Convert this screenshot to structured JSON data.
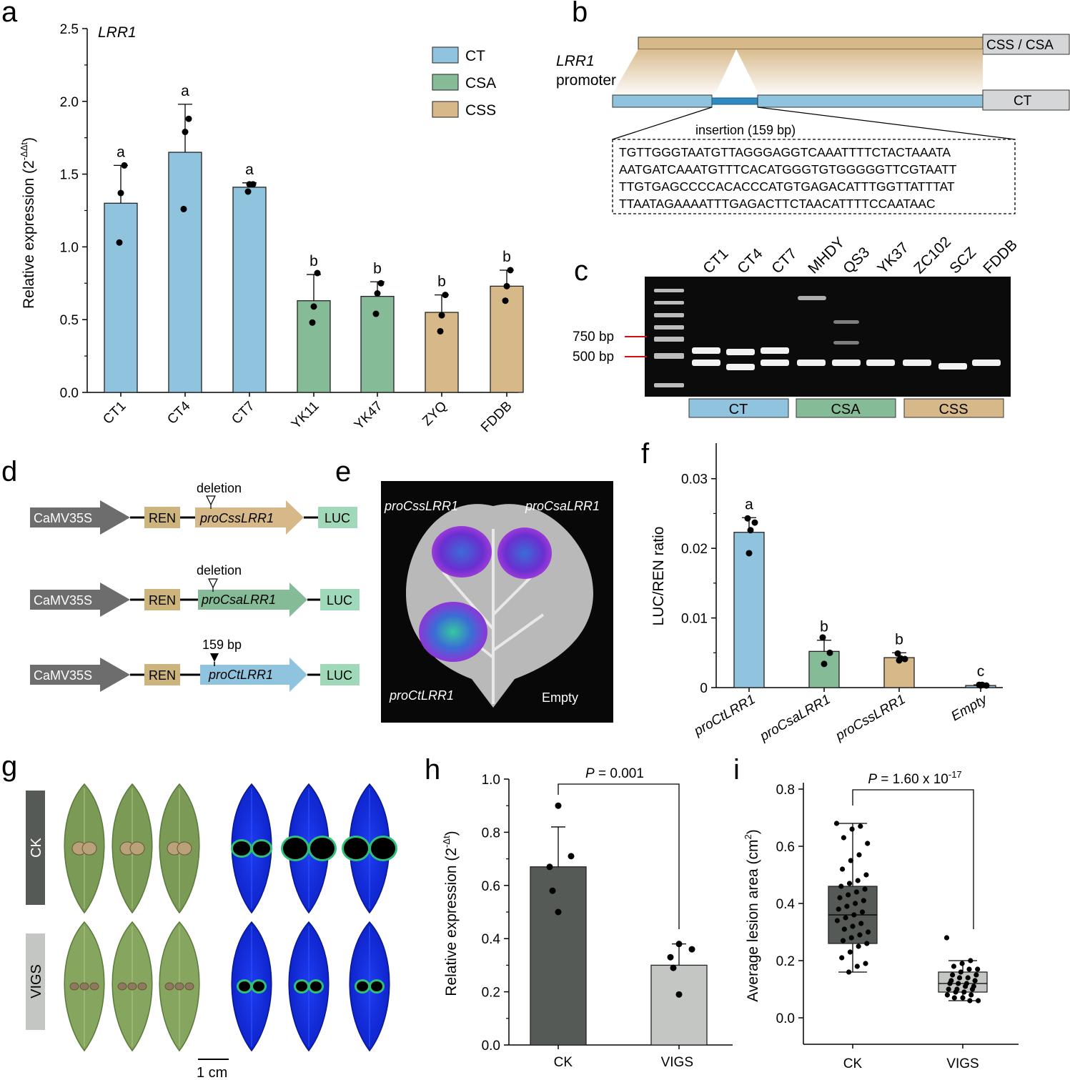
{
  "colors": {
    "CT": "#8fc3de",
    "CSA": "#86bb98",
    "CSS": "#d7b889",
    "CK": "#555a57",
    "VIGS": "#c3c6c3"
  },
  "panels": {
    "a": "a",
    "b": "b",
    "c": "c",
    "d": "d",
    "e": "e",
    "f": "f",
    "g": "g",
    "h": "h",
    "i": "i"
  },
  "panel_a": {
    "gene": "LRR1",
    "ylabel": "Relative expression (2",
    "ylabel_sup": "-ΔΔt",
    "ylabel_end": ")",
    "legend": [
      "CT",
      "CSA",
      "CSS"
    ],
    "ticks": [
      "0.0",
      "0.5",
      "1.0",
      "1.5",
      "2.0",
      "2.5"
    ]
  },
  "panel_b": {
    "promoter_line1": "LRR1",
    "promoter_line2": "promoter",
    "label_top": "CSS / CSA",
    "label_bottom": "CT",
    "insertion_label": "insertion (159 bp)",
    "sequence": [
      "TGTTGGGTAATGTTAGGGAGGTCAAATTTTCTACTAAATA",
      "AATGATCAAATGTTTCACATGGGTGTGGGGGTTCGTAATT",
      "TTGTGAGCCCCACACCCATGTGAGACATTTGGTTATTTAT",
      "TTAATAGAAAATTTGAGACTTCTAACATTTTCCAATAAC"
    ]
  },
  "panel_c": {
    "lanes": [
      "CT1",
      "CT4",
      "CT7",
      "MHDY",
      "QS3",
      "YK37",
      "ZC102",
      "SCZ",
      "FDDB"
    ],
    "markers": [
      "750 bp",
      "500 bp"
    ],
    "groups": [
      "CT",
      "CSA",
      "CSS"
    ]
  },
  "panel_d": {
    "constructs": [
      {
        "promoter": "CaMV35S",
        "ren": "REN",
        "gene": "proCssLRR1",
        "luc": "LUC",
        "note": "deletion"
      },
      {
        "promoter": "CaMV35S",
        "ren": "REN",
        "gene": "proCsaLRR1",
        "luc": "LUC",
        "note": "deletion"
      },
      {
        "promoter": "CaMV35S",
        "ren": "REN",
        "gene": "proCtLRR1",
        "luc": "LUC",
        "note": "159 bp"
      }
    ]
  },
  "panel_e": {
    "labels": [
      "proCssLRR1",
      "proCsaLRR1",
      "proCtLRR1",
      "Empty"
    ]
  },
  "panel_f": {
    "ylabel": "LUC/REN ratio",
    "ticks": [
      "0",
      "0.01",
      "0.02",
      "0.03"
    ]
  },
  "panel_g": {
    "rows": [
      "CK",
      "VIGS"
    ],
    "scale": "1 cm"
  },
  "panel_h": {
    "ylabel": "Relative expression (2",
    "ylabel_sup": "-Δt",
    "ylabel_end": ")",
    "p_text": "P",
    "p_value": " = 0.001",
    "ticks": [
      "0.0",
      "0.2",
      "0.4",
      "0.6",
      "0.8",
      "1.0"
    ]
  },
  "panel_i": {
    "ylabel": "Average lesion area (cm",
    "ylabel_sup": "2",
    "ylabel_end": ")",
    "p_text": "P",
    "p_value": " = 1.60 x 10",
    "p_exp": "-17",
    "ticks": [
      "0.0",
      "0.2",
      "0.4",
      "0.6",
      "0.8"
    ]
  },
  "chart_data": [
    {
      "type": "bar",
      "panel": "a",
      "categories": [
        "CT1",
        "CT4",
        "CT7",
        "YK11",
        "YK47",
        "ZYQ",
        "FDDB"
      ],
      "groups": [
        "CT",
        "CT",
        "CT",
        "CSA",
        "CSA",
        "CSS",
        "CSS"
      ],
      "values": [
        1.3,
        1.65,
        1.41,
        0.63,
        0.66,
        0.55,
        0.73
      ],
      "errors": [
        0.26,
        0.33,
        0.03,
        0.18,
        0.1,
        0.12,
        0.11
      ],
      "points": [
        [
          1.56,
          1.37,
          1.03
        ],
        [
          1.88,
          1.79,
          1.26
        ],
        [
          1.43,
          1.43,
          1.38
        ],
        [
          0.82,
          0.59,
          0.48
        ],
        [
          0.75,
          0.68,
          0.54
        ],
        [
          0.67,
          0.53,
          0.42
        ],
        [
          0.84,
          0.73,
          0.63
        ]
      ],
      "letters": [
        "a",
        "a",
        "a",
        "b",
        "b",
        "b",
        "b"
      ],
      "ylim": [
        0,
        2.5
      ]
    },
    {
      "type": "bar",
      "panel": "f",
      "categories": [
        "proCtLRR1",
        "proCsaLRR1",
        "proCssLRR1",
        "Empty"
      ],
      "groups": [
        "CT",
        "CSA",
        "CSS",
        "CT"
      ],
      "values": [
        0.0223,
        0.0052,
        0.0043,
        0.0003
      ],
      "errors": [
        0.0021,
        0.0016,
        0.0007,
        0.0001
      ],
      "points": [
        [
          0.0243,
          0.0237,
          0.0193,
          0.0226
        ],
        [
          0.0072,
          0.005,
          0.0034
        ],
        [
          0.0049,
          0.0041,
          0.0039,
          0.0042
        ],
        [
          0.0004,
          0.0003,
          0.0003,
          0.0004
        ]
      ],
      "letters": [
        "a",
        "b",
        "b",
        "c"
      ],
      "ylim": [
        0,
        0.035
      ]
    },
    {
      "type": "bar",
      "panel": "h",
      "categories": [
        "CK",
        "VIGS"
      ],
      "values": [
        0.67,
        0.3
      ],
      "errors": [
        0.15,
        0.08
      ],
      "points": [
        [
          0.9,
          0.71,
          0.67,
          0.58,
          0.5
        ],
        [
          0.38,
          0.36,
          0.33,
          0.29,
          0.19
        ]
      ],
      "ylim": [
        0,
        1.0
      ]
    },
    {
      "type": "box",
      "panel": "i",
      "categories": [
        "CK",
        "VIGS"
      ],
      "boxes": [
        {
          "min": 0.16,
          "q1": 0.26,
          "median": 0.36,
          "q3": 0.46,
          "max": 0.68
        },
        {
          "min": 0.06,
          "q1": 0.09,
          "median": 0.12,
          "q3": 0.16,
          "max": 0.2
        }
      ],
      "points": [
        [
          0.68,
          0.67,
          0.66,
          0.63,
          0.61,
          0.57,
          0.55,
          0.52,
          0.5,
          0.48,
          0.47,
          0.46,
          0.45,
          0.44,
          0.43,
          0.42,
          0.41,
          0.4,
          0.39,
          0.38,
          0.37,
          0.36,
          0.35,
          0.34,
          0.33,
          0.32,
          0.31,
          0.3,
          0.29,
          0.28,
          0.27,
          0.26,
          0.25,
          0.23,
          0.21,
          0.19,
          0.18,
          0.16
        ],
        [
          0.28,
          0.2,
          0.19,
          0.18,
          0.17,
          0.17,
          0.16,
          0.15,
          0.15,
          0.14,
          0.14,
          0.13,
          0.13,
          0.12,
          0.12,
          0.12,
          0.11,
          0.11,
          0.1,
          0.1,
          0.1,
          0.09,
          0.09,
          0.08,
          0.08,
          0.07,
          0.07,
          0.06,
          0.06
        ]
      ],
      "ylim": [
        0,
        0.8
      ]
    }
  ]
}
